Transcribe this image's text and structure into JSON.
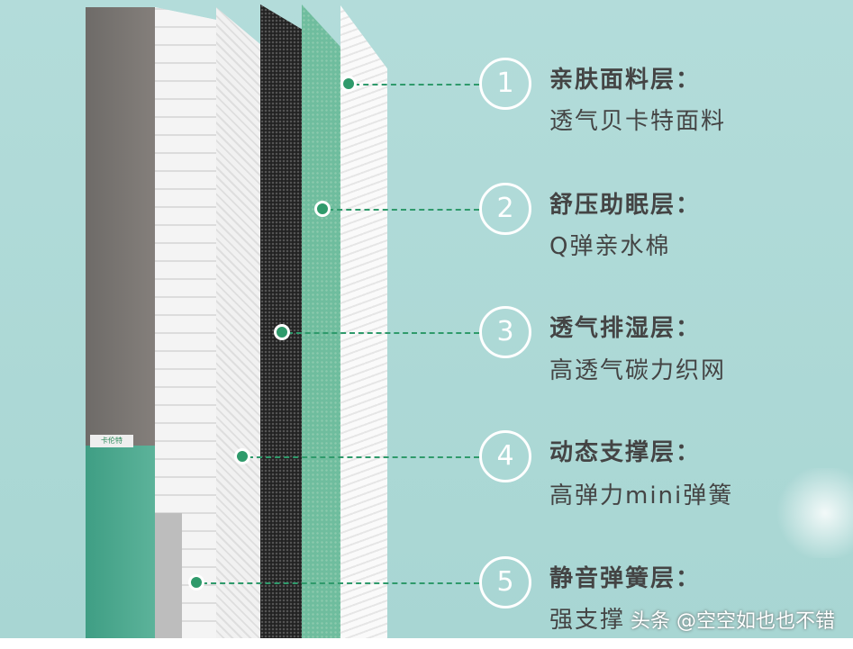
{
  "brand_label": "卡伦特",
  "layers": [
    {
      "number": "1",
      "title": "亲肤面料层：",
      "desc": "透气贝卡特面料"
    },
    {
      "number": "2",
      "title": "舒压助眠层：",
      "desc": "Q弹亲水棉"
    },
    {
      "number": "3",
      "title": "透气排湿层：",
      "desc": "高透气碳力织网"
    },
    {
      "number": "4",
      "title": "动态支撑层：",
      "desc": "高弹力mini弹簧"
    },
    {
      "number": "5",
      "title": "静音弹簧层：",
      "desc": "强支撑"
    }
  ],
  "watermark": "头条 @空空如也也不错",
  "colors": {
    "background": "#a8d6d3",
    "accent": "#2f9a6b"
  }
}
